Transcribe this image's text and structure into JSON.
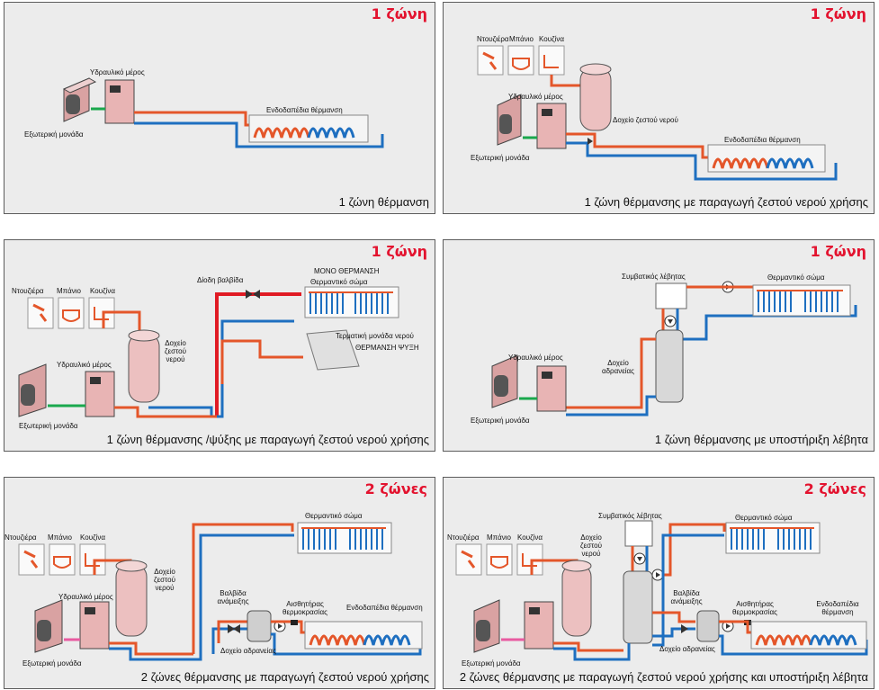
{
  "colors": {
    "hot": "#e4562a",
    "cold": "#1e6fc0",
    "red": "#e01b24",
    "accent": "#e3132f",
    "panel": "#ececec"
  },
  "panels": [
    {
      "zone": "1 ζώνη",
      "caption": "1 ζώνη θέρμανση",
      "hydraulic": "Υδραυλικό μέρος",
      "outdoor": "Εξωτερική μονάδα",
      "floor": "Ενδοδαπέδια θέρμανση"
    },
    {
      "zone": "1 ζώνη",
      "caption": "1 ζώνη θέρμανσης με παραγωγή ζεστού νερού χρήσης",
      "shower": "Ντουζιέρα",
      "bath": "Μπάνιο",
      "kitchen": "Κουζίνα",
      "hydraulic": "Υδραυλικό μέρος",
      "tank": "Δοχείο ζεστού νερού",
      "floor": "Ενδοδαπέδια θέρμανση",
      "outdoor": "Εξωτερική μονάδα"
    },
    {
      "zone": "1 ζώνη",
      "caption": "1 ζώνη θέρμανσης /ψύξης  με παραγωγή ζεστού νερού χρήσης",
      "valve": "Δίοδη βαλβίδα",
      "heating_only": "ΜΟΝΟ ΘΕΡΜΑΝΣΗ",
      "radiator": "Θερμαντικό σώμα",
      "shower": "Ντουζιέρα",
      "bath": "Μπάνιο",
      "kitchen": "Κουζίνα",
      "tank": "Δοχείο ζεστού νερού",
      "fancoil": "Τερματική μονάδα νερού",
      "heat_cool": "ΘΕΡΜΑΝΣΗ ΨΥΞΗ",
      "hydraulic": "Υδραυλικό μέρος",
      "outdoor": "Εξωτερική μονάδα"
    },
    {
      "zone": "1 ζώνη",
      "caption": "1 ζώνη θέρμανσης με υποστήριξη λέβητα",
      "boiler": "Συμβατικός λέβητας",
      "radiator": "Θερμαντικό σώμα",
      "hydraulic": "Υδραυλικό μέρος",
      "buffer": "Δοχείο αδρανείας",
      "outdoor": "Εξωτερική μονάδα"
    },
    {
      "zone": "2 ζώνες",
      "caption": "2 ζώνες θέρμανσης με παραγωγή ζεστού νερού χρήσης",
      "radiator": "Θερμαντικό σώμα",
      "shower": "Ντουζιέρα",
      "bath": "Μπάνιο",
      "kitchen": "Κουζίνα",
      "tank": "Δοχείο ζεστού νερού",
      "hydraulic": "Υδραυλικό μέρος",
      "mixing": "Βαλβίδα ανάμειξης",
      "sensor": "Αισθητήρας θερμοκρασίας",
      "floor": "Ενδοδαπέδια θέρμανση",
      "outdoor": "Εξωτερική μονάδα",
      "buffer": "Δοχείο αδρανείας"
    },
    {
      "zone": "2 ζώνες",
      "caption": "2 ζώνες θέρμανσης με παραγωγή ζεστού νερού χρήσης και υποστήριξη λέβητα",
      "boiler": "Συμβατικός λέβητας",
      "radiator": "Θερμαντικό σώμα",
      "shower": "Ντουζιέρα",
      "bath": "Μπάνιο",
      "kitchen": "Κουζίνα",
      "tank": "Δοχείο ζεστού νερού",
      "mixing": "Βαλβίδα ανάμειξης",
      "sensor": "Αισθητήρας θερμοκρασίας",
      "floor": "Ενδοδαπέδια θέρμανση",
      "outdoor": "Εξωτερική μονάδα",
      "buffer": "Δοχείο αδρανείας"
    }
  ]
}
